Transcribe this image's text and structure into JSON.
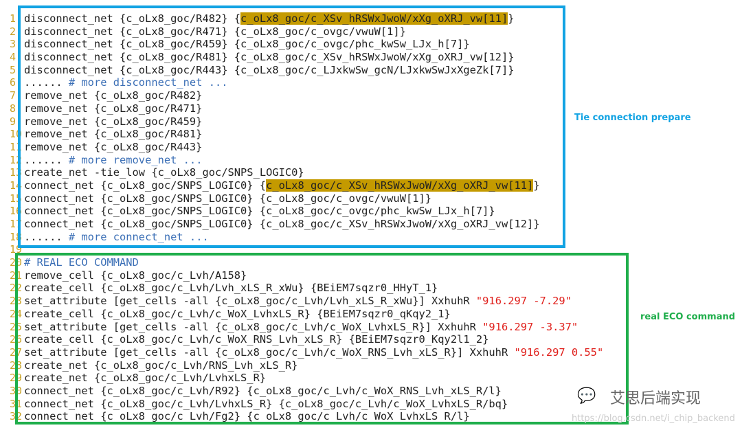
{
  "labels": {
    "tie": "Tie connection prepare",
    "eco": "real ECO command"
  },
  "watermark": {
    "title": "艾思后端实现",
    "url": "https://blog.csdn.net/i_chip_backend"
  },
  "colors": {
    "blue_box": "#12a3e3",
    "green_box": "#1fae4b",
    "highlight": "#c49a00",
    "comment": "#3b6fb6",
    "string": "#e0201c"
  },
  "lines": [
    {
      "n": "1",
      "segs": [
        [
          "disconnect_net {c_oLx8_goc/R482} {",
          ""
        ],
        [
          "c_oLx8_goc/c_XSv_hRSWxJwoW/xXg_oXRJ_vw[11]",
          "hl"
        ],
        [
          "}",
          ""
        ]
      ]
    },
    {
      "n": "2",
      "segs": [
        [
          "disconnect_net {c_oLx8_goc/R471} {c_oLx8_goc/c_ovgc/vwuW[1]}",
          ""
        ]
      ]
    },
    {
      "n": "3",
      "segs": [
        [
          "disconnect_net {c_oLx8_goc/R459} {c_oLx8_goc/c_ovgc/phc_kwSw_LJx_h[7]}",
          ""
        ]
      ]
    },
    {
      "n": "4",
      "segs": [
        [
          "disconnect_net {c_oLx8_goc/R481} {c_oLx8_goc/c_XSv_hRSWxJwoW/xXg_oXRJ_vw[12]}",
          ""
        ]
      ]
    },
    {
      "n": "5",
      "segs": [
        [
          "disconnect_net {c_oLx8_goc/R443} {c_oLx8_goc/c_LJxkwSw_gcN/LJxkwSwJxXgeZk[7]}",
          ""
        ]
      ]
    },
    {
      "n": "6",
      "segs": [
        [
          "...... ",
          ""
        ],
        [
          "# more disconnect_net ...",
          "cmt"
        ]
      ]
    },
    {
      "n": "7",
      "segs": [
        [
          "remove_net {c_oLx8_goc/R482}",
          ""
        ]
      ]
    },
    {
      "n": "8",
      "segs": [
        [
          "remove_net {c_oLx8_goc/R471}",
          ""
        ]
      ]
    },
    {
      "n": "9",
      "segs": [
        [
          "remove_net {c_oLx8_goc/R459}",
          ""
        ]
      ]
    },
    {
      "n": "10",
      "segs": [
        [
          "remove_net {c_oLx8_goc/R481}",
          ""
        ]
      ]
    },
    {
      "n": "11",
      "segs": [
        [
          "remove_net {c_oLx8_goc/R443}",
          ""
        ]
      ]
    },
    {
      "n": "12",
      "segs": [
        [
          "...... ",
          ""
        ],
        [
          "# more remove_net ...",
          "cmt"
        ]
      ]
    },
    {
      "n": "13",
      "segs": [
        [
          "create_net -tie_low {c_oLx8_goc/SNPS_LOGIC0}",
          ""
        ]
      ]
    },
    {
      "n": "14",
      "segs": [
        [
          "connect_net {c_oLx8_goc/SNPS_LOGIC0} {",
          ""
        ],
        [
          "c_oLx8_goc/c_XSv_hRSWxJwoW/xXg_oXRJ_vw[11]",
          "hl"
        ],
        [
          "}",
          ""
        ]
      ]
    },
    {
      "n": "15",
      "segs": [
        [
          "connect_net {c_oLx8_goc/SNPS_LOGIC0} {c_oLx8_goc/c_ovgc/vwuW[1]}",
          ""
        ]
      ]
    },
    {
      "n": "16",
      "segs": [
        [
          "connect_net {c_oLx8_goc/SNPS_LOGIC0} {c_oLx8_goc/c_ovgc/phc_kwSw_LJx_h[7]}",
          ""
        ]
      ]
    },
    {
      "n": "17",
      "segs": [
        [
          "connect_net {c_oLx8_goc/SNPS_LOGIC0} {c_oLx8_goc/c_XSv_hRSWxJwoW/xXg_oXRJ_vw[12]}",
          ""
        ]
      ]
    },
    {
      "n": "18",
      "segs": [
        [
          "...... ",
          ""
        ],
        [
          "# more connect_net ...",
          "cmt"
        ]
      ]
    },
    {
      "n": "19",
      "segs": []
    },
    {
      "n": "20",
      "segs": [
        [
          "# REAL ECO COMMAND",
          "cmt"
        ]
      ]
    },
    {
      "n": "21",
      "segs": [
        [
          "remove_cell {c_oLx8_goc/c_Lvh/A158}",
          ""
        ]
      ]
    },
    {
      "n": "22",
      "segs": [
        [
          "create_cell {c_oLx8_goc/c_Lvh/Lvh_xLS_R_xWu} {BEiEM7sqzr0_HHyT_1}",
          ""
        ]
      ]
    },
    {
      "n": "23",
      "segs": [
        [
          "set_attribute [get_cells -all {c_oLx8_goc/c_Lvh/Lvh_xLS_R_xWu}] XxhuhR ",
          ""
        ],
        [
          "\"916.297 -7.29\"",
          "str"
        ]
      ]
    },
    {
      "n": "24",
      "segs": [
        [
          "create_cell {c_oLx8_goc/c_Lvh/c_WoX_LvhxLS_R} {BEiEM7sqzr0_qKqy2_1}",
          ""
        ]
      ]
    },
    {
      "n": "25",
      "segs": [
        [
          "set_attribute [get_cells -all {c_oLx8_goc/c_Lvh/c_WoX_LvhxLS_R}] XxhuhR ",
          ""
        ],
        [
          "\"916.297 -3.37\"",
          "str"
        ]
      ]
    },
    {
      "n": "26",
      "segs": [
        [
          "create_cell {c_oLx8_goc/c_Lvh/c_WoX_RNS_Lvh_xLS_R} {BEiEM7sqzr0_Kqy2l1_2}",
          ""
        ]
      ]
    },
    {
      "n": "27",
      "segs": [
        [
          "set_attribute [get_cells -all {c_oLx8_goc/c_Lvh/c_WoX_RNS_Lvh_xLS_R}] XxhuhR ",
          ""
        ],
        [
          "\"916.297 0.55\"",
          "str"
        ]
      ]
    },
    {
      "n": "28",
      "segs": [
        [
          "create_net {c_oLx8_goc/c_Lvh/RNS_Lvh_xLS_R}",
          ""
        ]
      ]
    },
    {
      "n": "29",
      "segs": [
        [
          "create_net {c_oLx8_goc/c_Lvh/LvhxLS_R}",
          ""
        ]
      ]
    },
    {
      "n": "30",
      "segs": [
        [
          "connect_net {c_oLx8_goc/c_Lvh/R92} {c_oLx8_goc/c_Lvh/c_WoX_RNS_Lvh_xLS_R/l}",
          ""
        ]
      ]
    },
    {
      "n": "31",
      "segs": [
        [
          "connect_net {c_oLx8_goc/c_Lvh/LvhxLS_R} {c_oLx8_goc/c_Lvh/c_WoX_LvhxLS_R/bq}",
          ""
        ]
      ]
    },
    {
      "n": "32",
      "segs": [
        [
          "connect_net {c_oLx8_goc/c_Lvh/Fg2} {c_oLx8_goc/c_Lvh/c_WoX_LvhxLS_R/l}",
          ""
        ]
      ]
    }
  ]
}
